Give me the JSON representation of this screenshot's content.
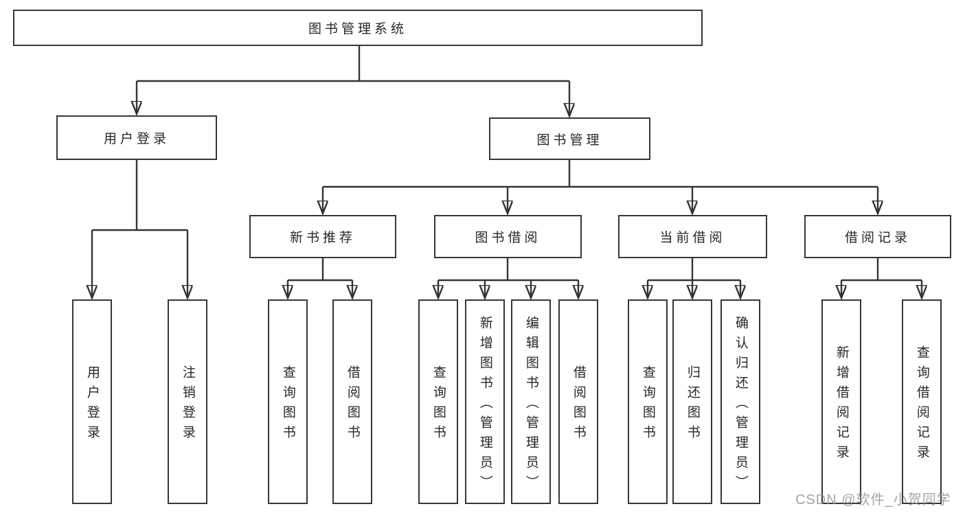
{
  "diagram": {
    "root": {
      "label": "图书管理系统"
    },
    "branches": [
      {
        "label": "用户登录",
        "children": [
          {
            "label": "用户登录"
          },
          {
            "label": "注销登录"
          }
        ]
      },
      {
        "label": "图书管理",
        "sections": [
          {
            "label": "新书推荐",
            "children": [
              {
                "label": "查询图书"
              },
              {
                "label": "借阅图书"
              }
            ]
          },
          {
            "label": "图书借阅",
            "children": [
              {
                "label": "查询图书"
              },
              {
                "label": "新增图书（管理员）"
              },
              {
                "label": "编辑图书（管理员）"
              },
              {
                "label": "借阅图书"
              }
            ]
          },
          {
            "label": "当前借阅",
            "children": [
              {
                "label": "查询图书"
              },
              {
                "label": "归还图书"
              },
              {
                "label": "确认归还（管理员）"
              }
            ]
          },
          {
            "label": "借阅记录",
            "children": [
              {
                "label": "新增借阅记录"
              },
              {
                "label": "查询借阅记录"
              }
            ]
          }
        ]
      }
    ]
  },
  "watermark": "CSDN @软件_小贺同学",
  "colors": {
    "line": "#333333",
    "border": "#363636",
    "text": "#262626",
    "watermark": "#949499",
    "background": "#ffffff"
  }
}
